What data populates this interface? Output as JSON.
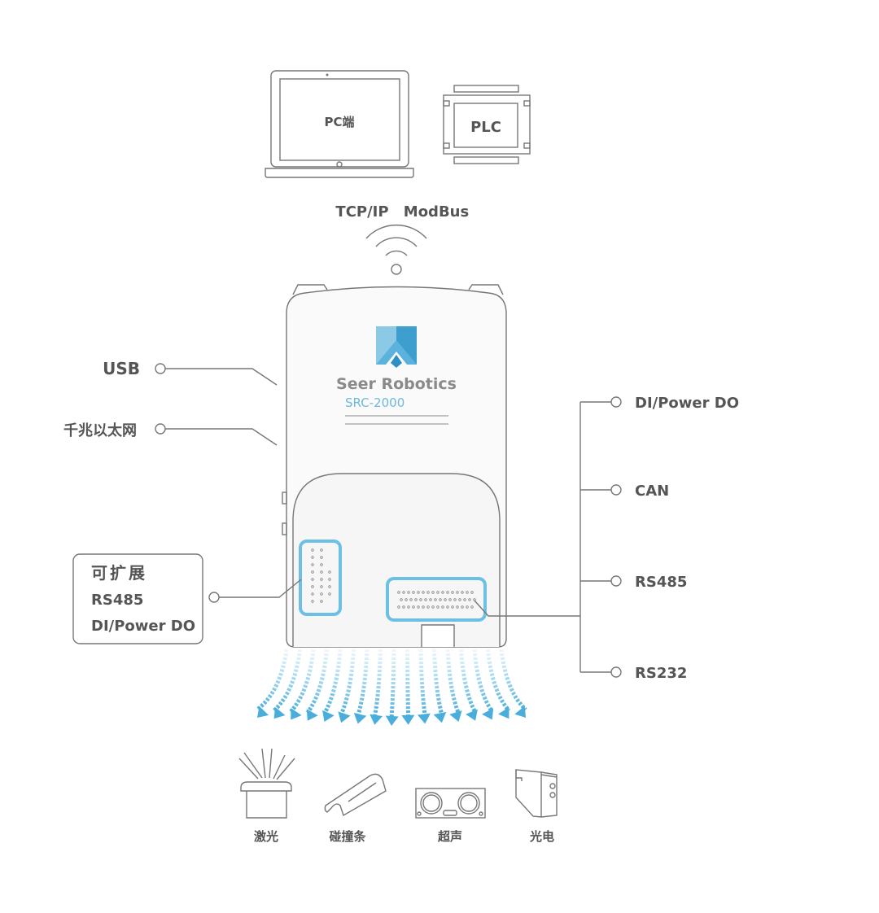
{
  "top_devices": {
    "pc": "PC端",
    "plc": "PLC"
  },
  "protocols": {
    "tcp": "TCP/IP",
    "modbus": "ModBus"
  },
  "controller": {
    "brand": "Seer Robotics",
    "model": "SRC-2000"
  },
  "left_ports": {
    "usb": "USB",
    "ethernet": "千兆以太网"
  },
  "expansion_box": {
    "title": "可扩展",
    "items": [
      "RS485",
      "DI/Power DO"
    ]
  },
  "right_ports": [
    "DI/Power DO",
    "CAN",
    "RS485",
    "RS232"
  ],
  "sensors": [
    "激光",
    "碰撞条",
    "超声",
    "光电"
  ],
  "colors": {
    "accent": "#5bb8e0",
    "line": "#777777",
    "text": "#555555"
  }
}
